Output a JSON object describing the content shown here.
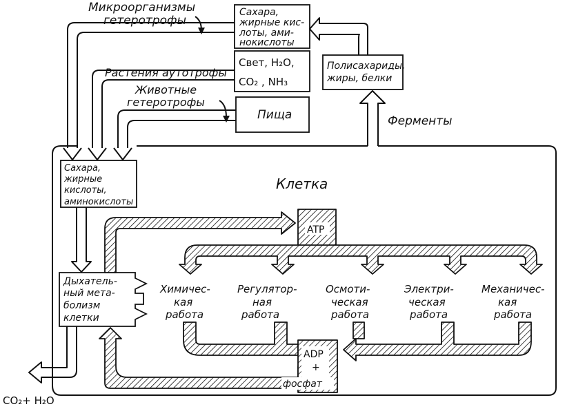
{
  "sources": {
    "microorganisms": [
      "Микроорганизмы",
      "гетеротрофы"
    ],
    "plants": "Растения аутотрофы",
    "animals": [
      "Животные",
      "гетеротрофы"
    ]
  },
  "boxes": {
    "sugars_top": [
      "Сахара,",
      "жирные кис-",
      "лоты, ами-",
      "нокислоты"
    ],
    "light": {
      "line1": "Свет, H₂O,",
      "line2": "CO₂ , NH₃"
    },
    "polysaccharides": [
      "Полисахариды,",
      "жиры, белки"
    ],
    "food": "Пища",
    "sugars_cell": [
      "Сахара,",
      "жирные",
      "кислоты,",
      "аминокислоты"
    ],
    "respiration": [
      "Дыхатель-",
      "ный мета-",
      "болизм",
      "клетки"
    ],
    "atp": "ATP",
    "adp": [
      "ADP",
      "+",
      "фосфат"
    ]
  },
  "enzymes": "Ферменты",
  "cell_label": "Клетка",
  "work": {
    "chemical": [
      "Химичес-",
      "кая",
      "работа"
    ],
    "regulatory": [
      "Регулятор-",
      "ная",
      "работа"
    ],
    "osmotic": [
      "Осмоти-",
      "ческая",
      "работа"
    ],
    "electrical": [
      "Электри-",
      "ческая",
      "работа"
    ],
    "mechanical": [
      "Механичес-",
      "кая",
      "работа"
    ]
  },
  "waste": "CO₂+ H₂O"
}
